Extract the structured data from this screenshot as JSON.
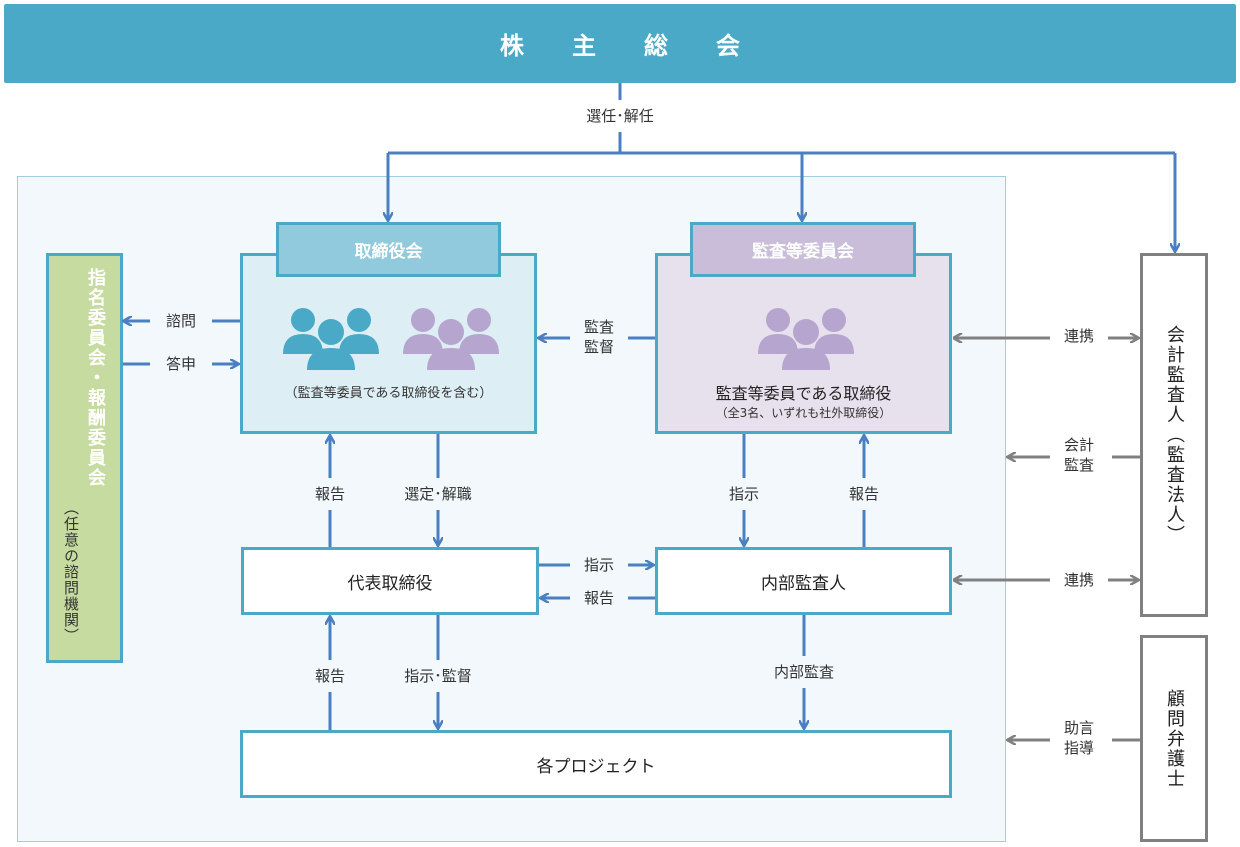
{
  "shareholders_meeting": "株　　主　　総　　会",
  "board": {
    "title": "取締役会",
    "note": "（監査等委員である取締役を含む）"
  },
  "audit_committee": {
    "title": "監査等委員会",
    "member_line1": "監査等委員である取締役",
    "member_line2": "（全3名、いずれも社外取締役）"
  },
  "nomination_committee": {
    "title": "指名委員会・報酬委員会",
    "subtitle": "（任意の諮問機関）"
  },
  "representative_director": "代表取締役",
  "internal_auditor": "内部監査人",
  "projects": "各プロジェクト",
  "accounting_auditor": "会計監査人（監査法人）",
  "legal_advisor": "顧問弁護士",
  "labels": {
    "appoint_dismiss": "選任･解任",
    "consult": "諮問",
    "report_answer": "答申",
    "audit_line1": "監査",
    "audit_line2": "監督",
    "cooperation_top": "連携",
    "accounting_audit_line1": "会計",
    "accounting_audit_line2": "監査",
    "report_board": "報告",
    "select_dismiss": "選定･解職",
    "instruct_audit": "指示",
    "report_audit": "報告",
    "instruct_middle": "指示",
    "report_middle": "報告",
    "cooperation_bottom": "連携",
    "report_projects": "報告",
    "instruct_supervise": "指示･監督",
    "internal_audit": "内部監査",
    "advice_line1": "助言",
    "advice_line2": "指導"
  },
  "colors": {
    "accent_teal": "#4aa9c6",
    "arrow_blue": "#4a7fc1",
    "arrow_gray": "#808080",
    "board_person": "#4aa9c6",
    "audit_person": "#b5a5cf",
    "nomination_green": "#c6db9f"
  }
}
